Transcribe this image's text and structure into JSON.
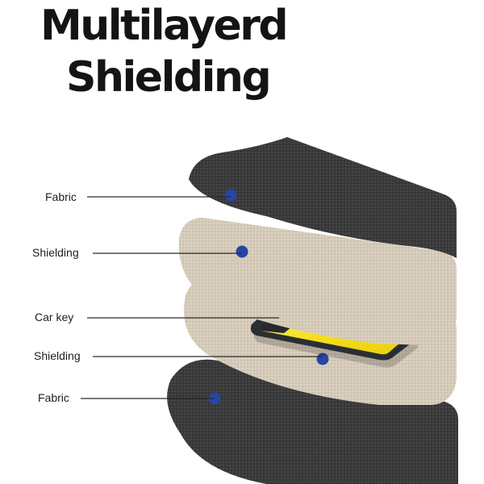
{
  "title": {
    "line1": "Multilayerd",
    "line2": "Shielding"
  },
  "layers": [
    {
      "label": "Fabric"
    },
    {
      "label": "Shielding"
    },
    {
      "label": "Car key"
    },
    {
      "label": "Shielding"
    },
    {
      "label": "Fabric"
    }
  ],
  "colors": {
    "fabric": "#3b3b3c",
    "shielding": "#d6cbba",
    "marker": "#2546a6",
    "phone_body": "#2a2e34",
    "phone_screen": "#f5df1b"
  }
}
